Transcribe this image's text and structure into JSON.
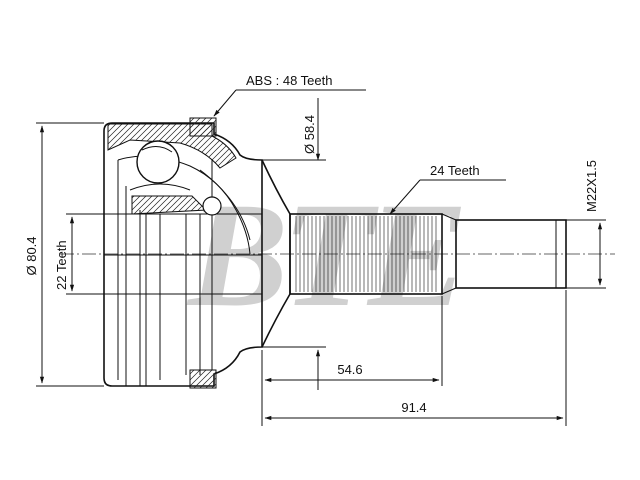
{
  "drawing": {
    "watermark": "BTE",
    "annotations": {
      "abs": "ABS : 48 Teeth",
      "outer_diameter": "Ø 58.4",
      "spline_teeth": "24 Teeth",
      "thread": "M22X1.5",
      "body_diameter": "Ø 80.4",
      "inner_teeth": "22 Teeth",
      "shaft_length": "54.6",
      "overall_length": "91.4"
    }
  }
}
